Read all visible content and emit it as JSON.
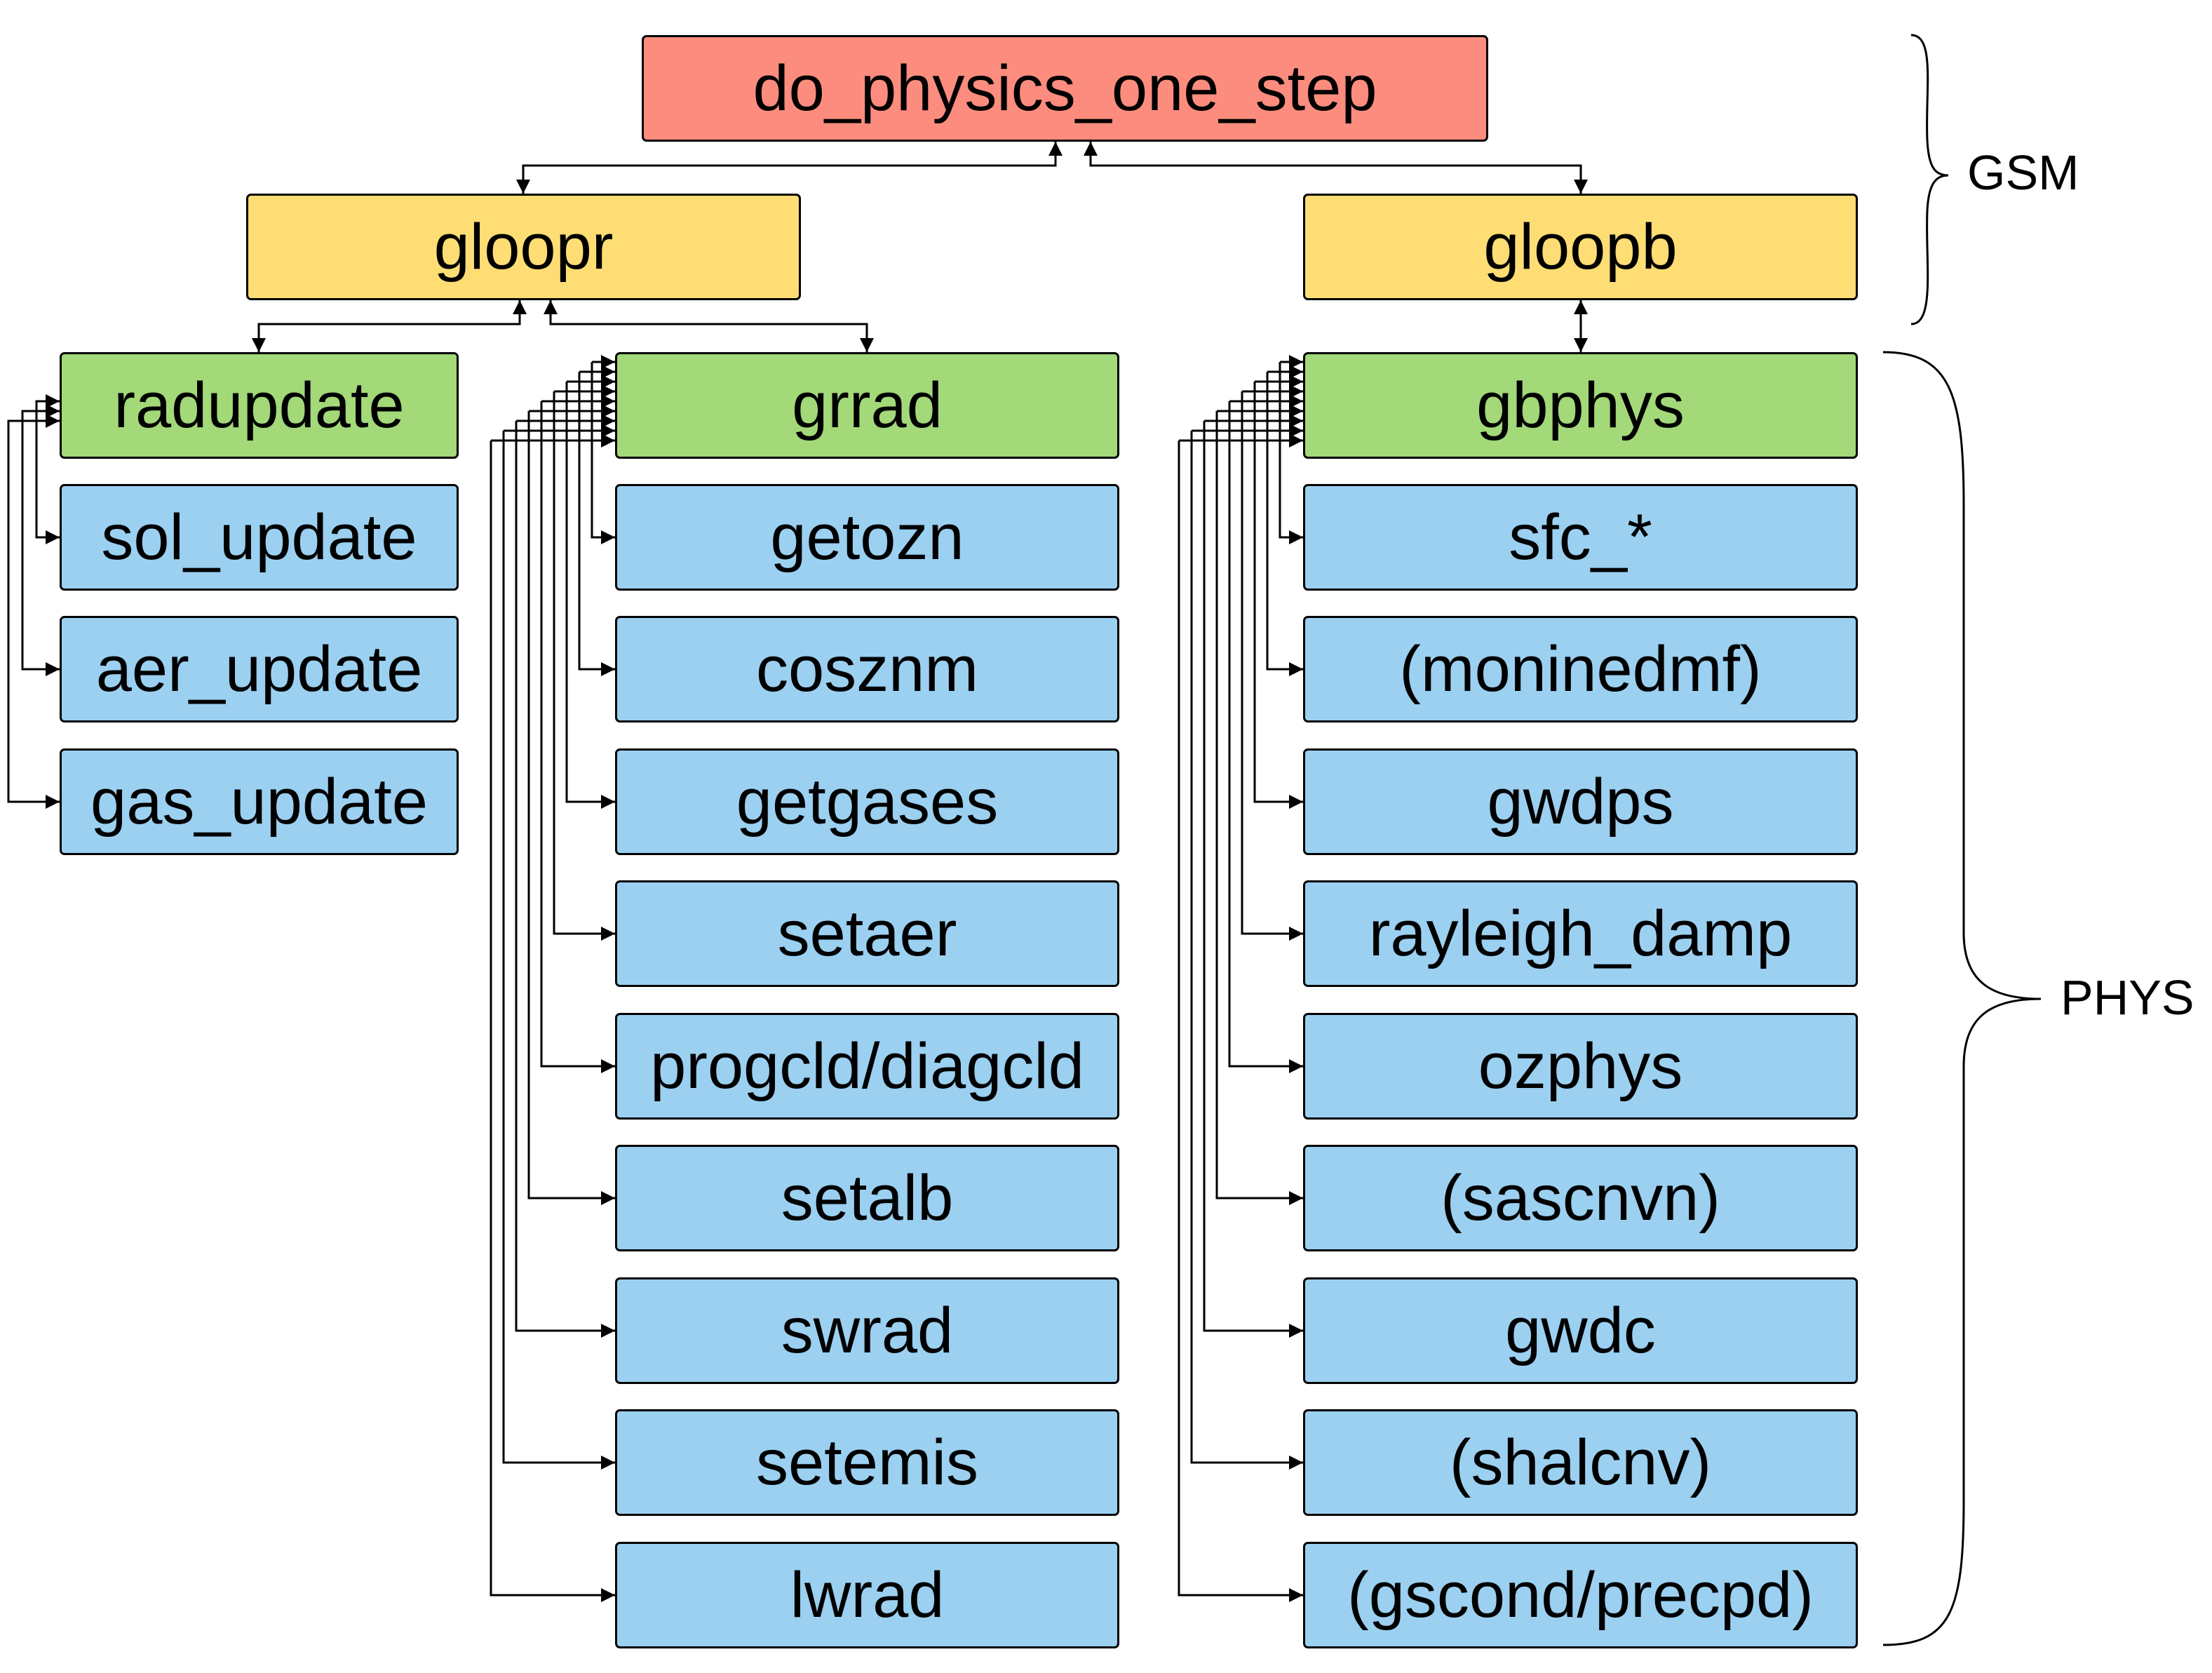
{
  "nodes": {
    "do_physics_one_step": "do_physics_one_step",
    "gloopr": "gloopr",
    "gloopb": "gloopb",
    "radupdate": "radupdate",
    "sol_update": "sol_update",
    "aer_update": "aer_update",
    "gas_update": "gas_update",
    "grrad": "grrad",
    "getozn": "getozn",
    "cosznm": "cosznm",
    "getgases": "getgases",
    "setaer": "setaer",
    "progcld": "progcld/diagcld",
    "setalb": "setalb",
    "swrad": "swrad",
    "setemis": "setemis",
    "lwrad": "lwrad",
    "gbphys": "gbphys",
    "sfc": "sfc_*",
    "moninedmf": "(moninedmf)",
    "gwdps": "gwdps",
    "rayleigh_damp": "rayleigh_damp",
    "ozphys": "ozphys",
    "sascnvn": "(sascnvn)",
    "gwdc": "gwdc",
    "shalcnv": "(shalcnv)",
    "gscond": "(gscond/precpd)"
  },
  "groups": {
    "gsm": "GSM",
    "phys": "PHYS"
  },
  "colors": {
    "top": "#fc8d7e",
    "mid": "#fedd75",
    "driver": "#a3d979",
    "leaf": "#9bd0f1",
    "line": "#000000"
  }
}
